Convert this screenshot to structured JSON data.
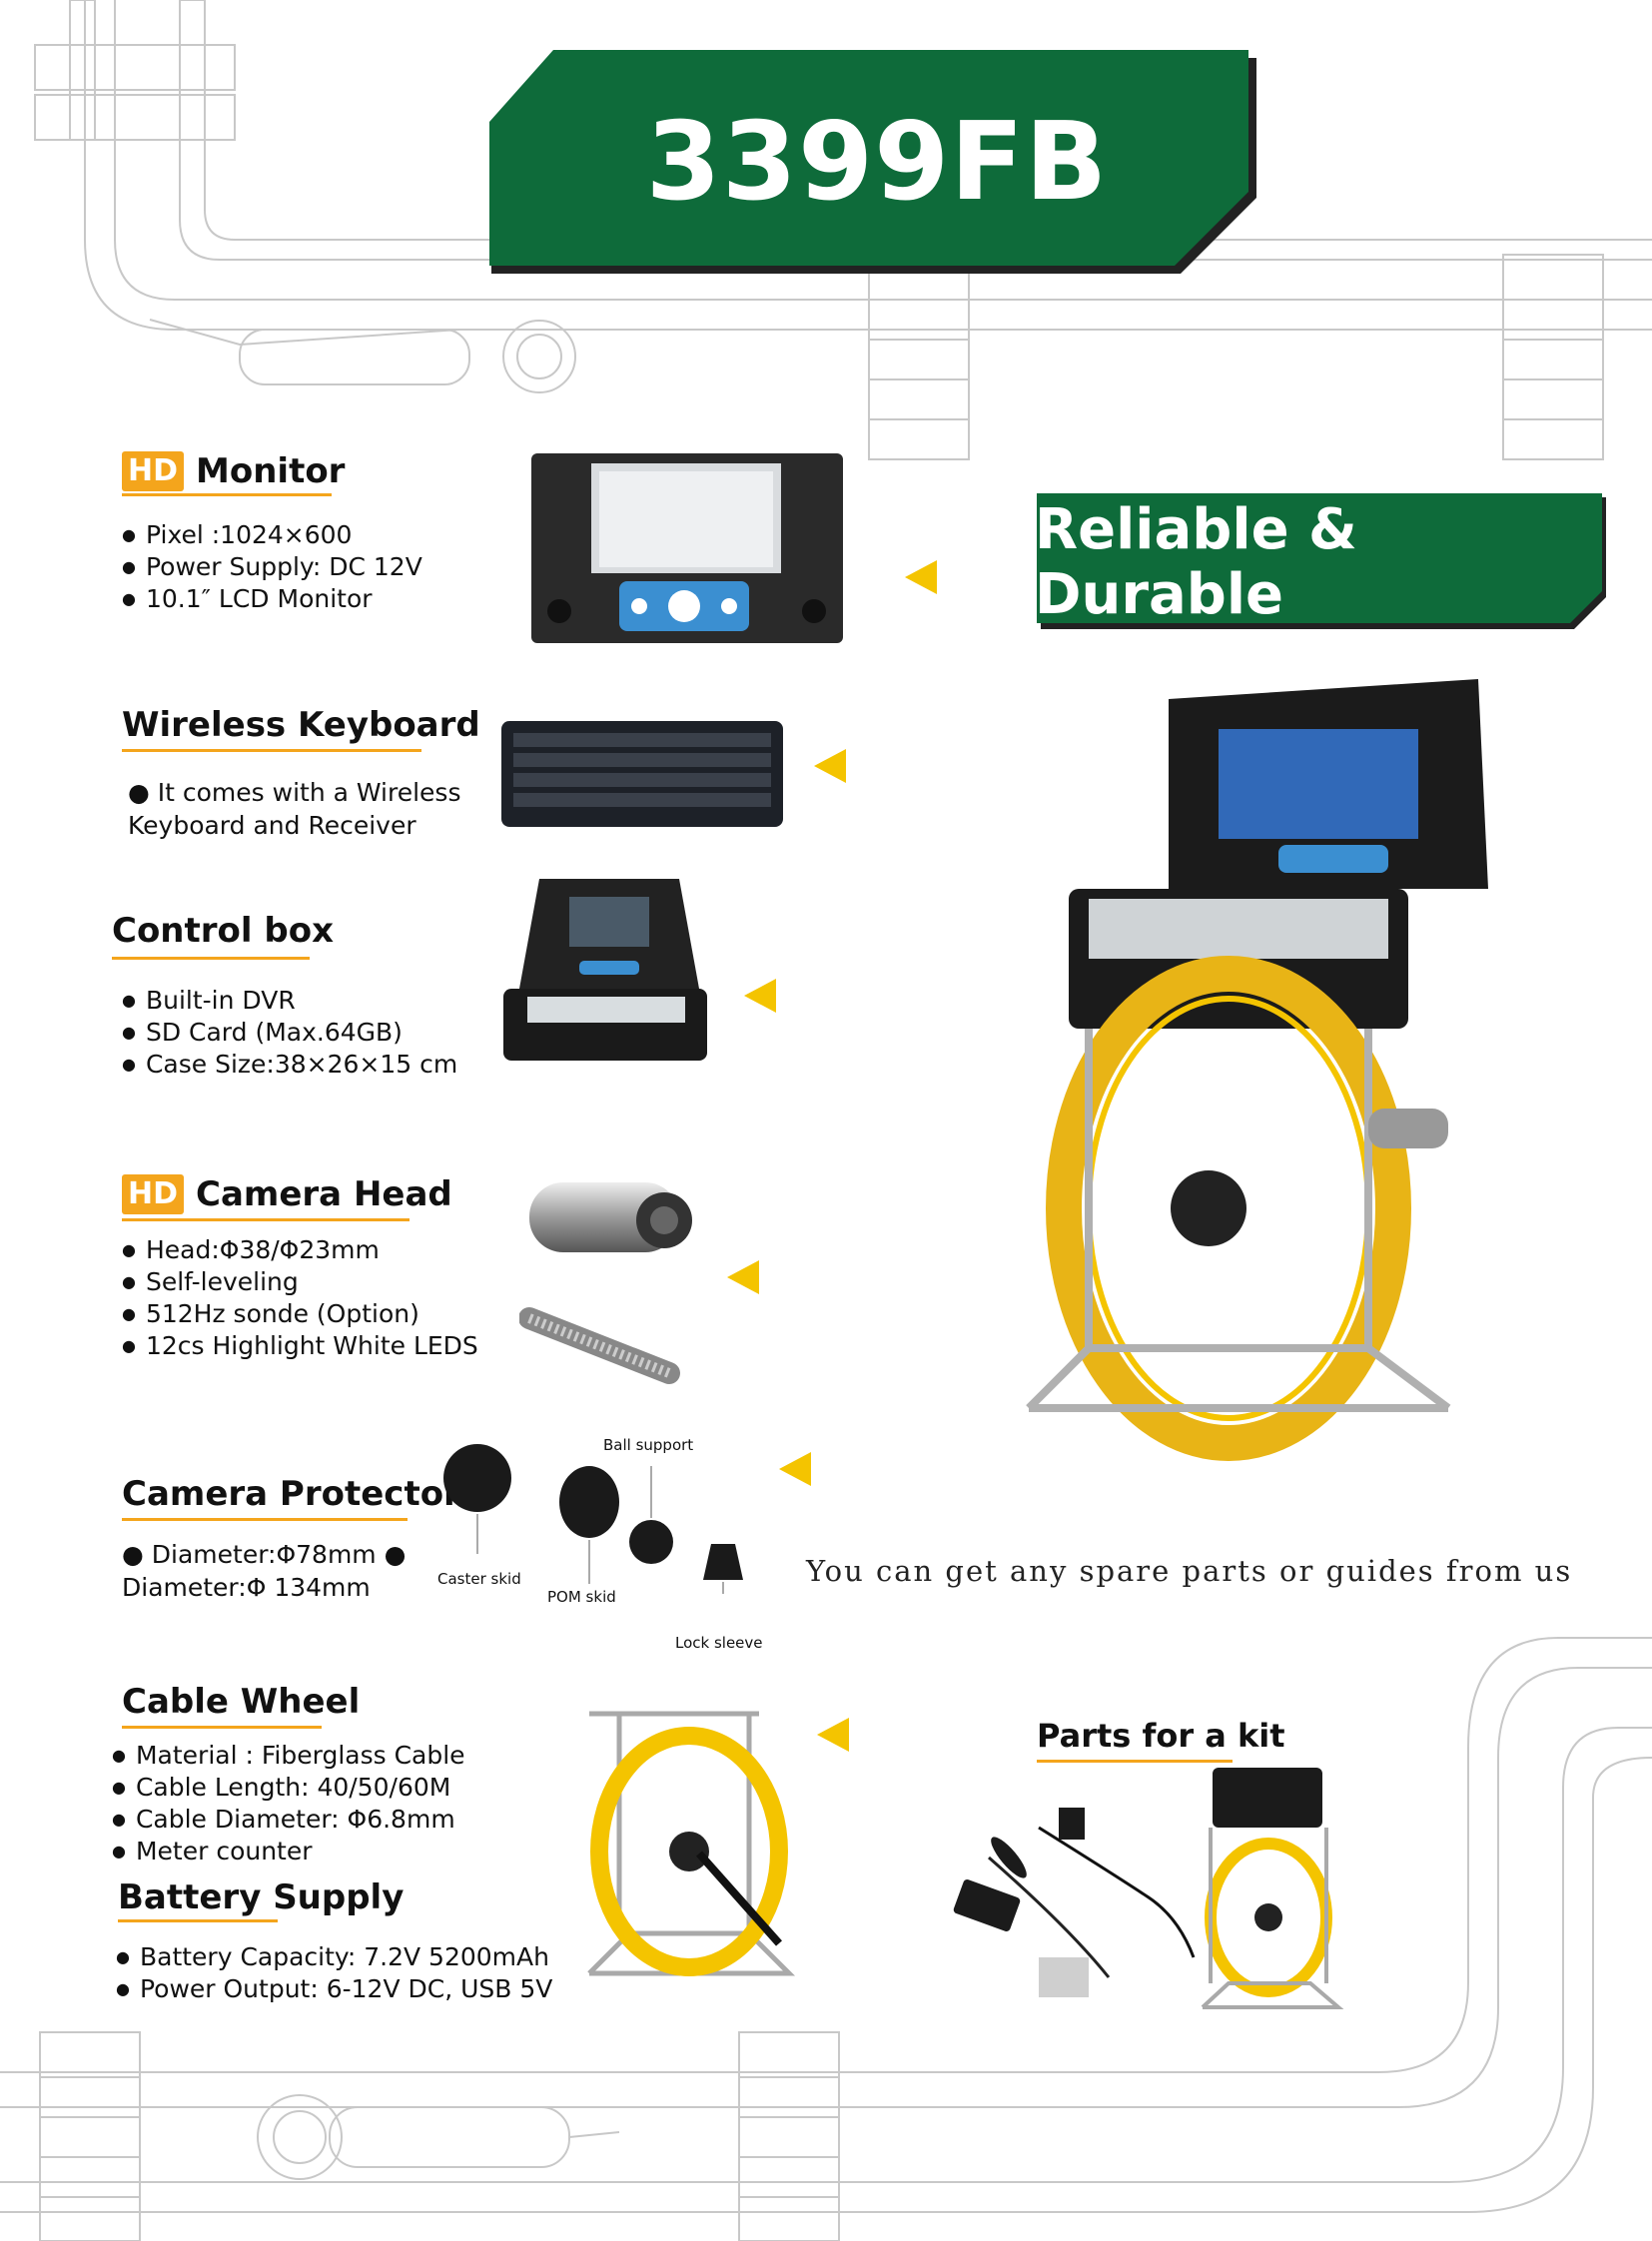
{
  "title": "3399FB",
  "tagline": "Reliable & Durable",
  "hd_badge": "HD",
  "sections": {
    "monitor": {
      "title": "Monitor",
      "bullets": [
        "Pixel :1024×600",
        "Power Supply: DC 12V",
        "10.1″  LCD Monitor"
      ]
    },
    "keyboard": {
      "title": "Wireless Keyboard",
      "text_line1": "● It comes with a Wireless",
      "text_line2": "Keyboard and Receiver"
    },
    "control_box": {
      "title": "Control box",
      "bullets": [
        "Built-in DVR",
        "SD Card (Max.64GB)",
        "Case Size:38×26×15 cm"
      ]
    },
    "camera_head": {
      "title": "Camera Head",
      "bullets": [
        "Head:Φ38/Φ23mm",
        "Self-leveling",
        "512Hz sonde (Option)",
        "12cs Highlight White LEDS"
      ]
    },
    "camera_protector": {
      "title": "Camera Protector",
      "text_line1": "● Diameter:Φ78mm ●",
      "text_line2": "Diameter:Φ 134mm"
    },
    "cable_wheel": {
      "title": "Cable Wheel",
      "bullets": [
        "Material : Fiberglass Cable",
        "Cable Length: 40/50/60M",
        "Cable Diameter: Φ6.8mm",
        "Meter counter"
      ]
    },
    "battery": {
      "title": "Battery Supply",
      "bullets": [
        "Battery Capacity: 7.2V 5200mAh",
        "Power Output: 6-12V DC, USB 5V"
      ]
    }
  },
  "protector_parts": {
    "ball_support": "Ball support",
    "caster_skid": "Caster skid",
    "pom_skid": "POM skid",
    "lock_sleeve": "Lock sleeve"
  },
  "spare_parts_note": "You can get any spare parts or guides from us",
  "kit_title": "Parts for a kit",
  "colors": {
    "banner_green": "#0e6b3a",
    "banner_shadow": "#222222",
    "accent_yellow": "#f4c400",
    "hd_orange": "#f4a51c"
  }
}
